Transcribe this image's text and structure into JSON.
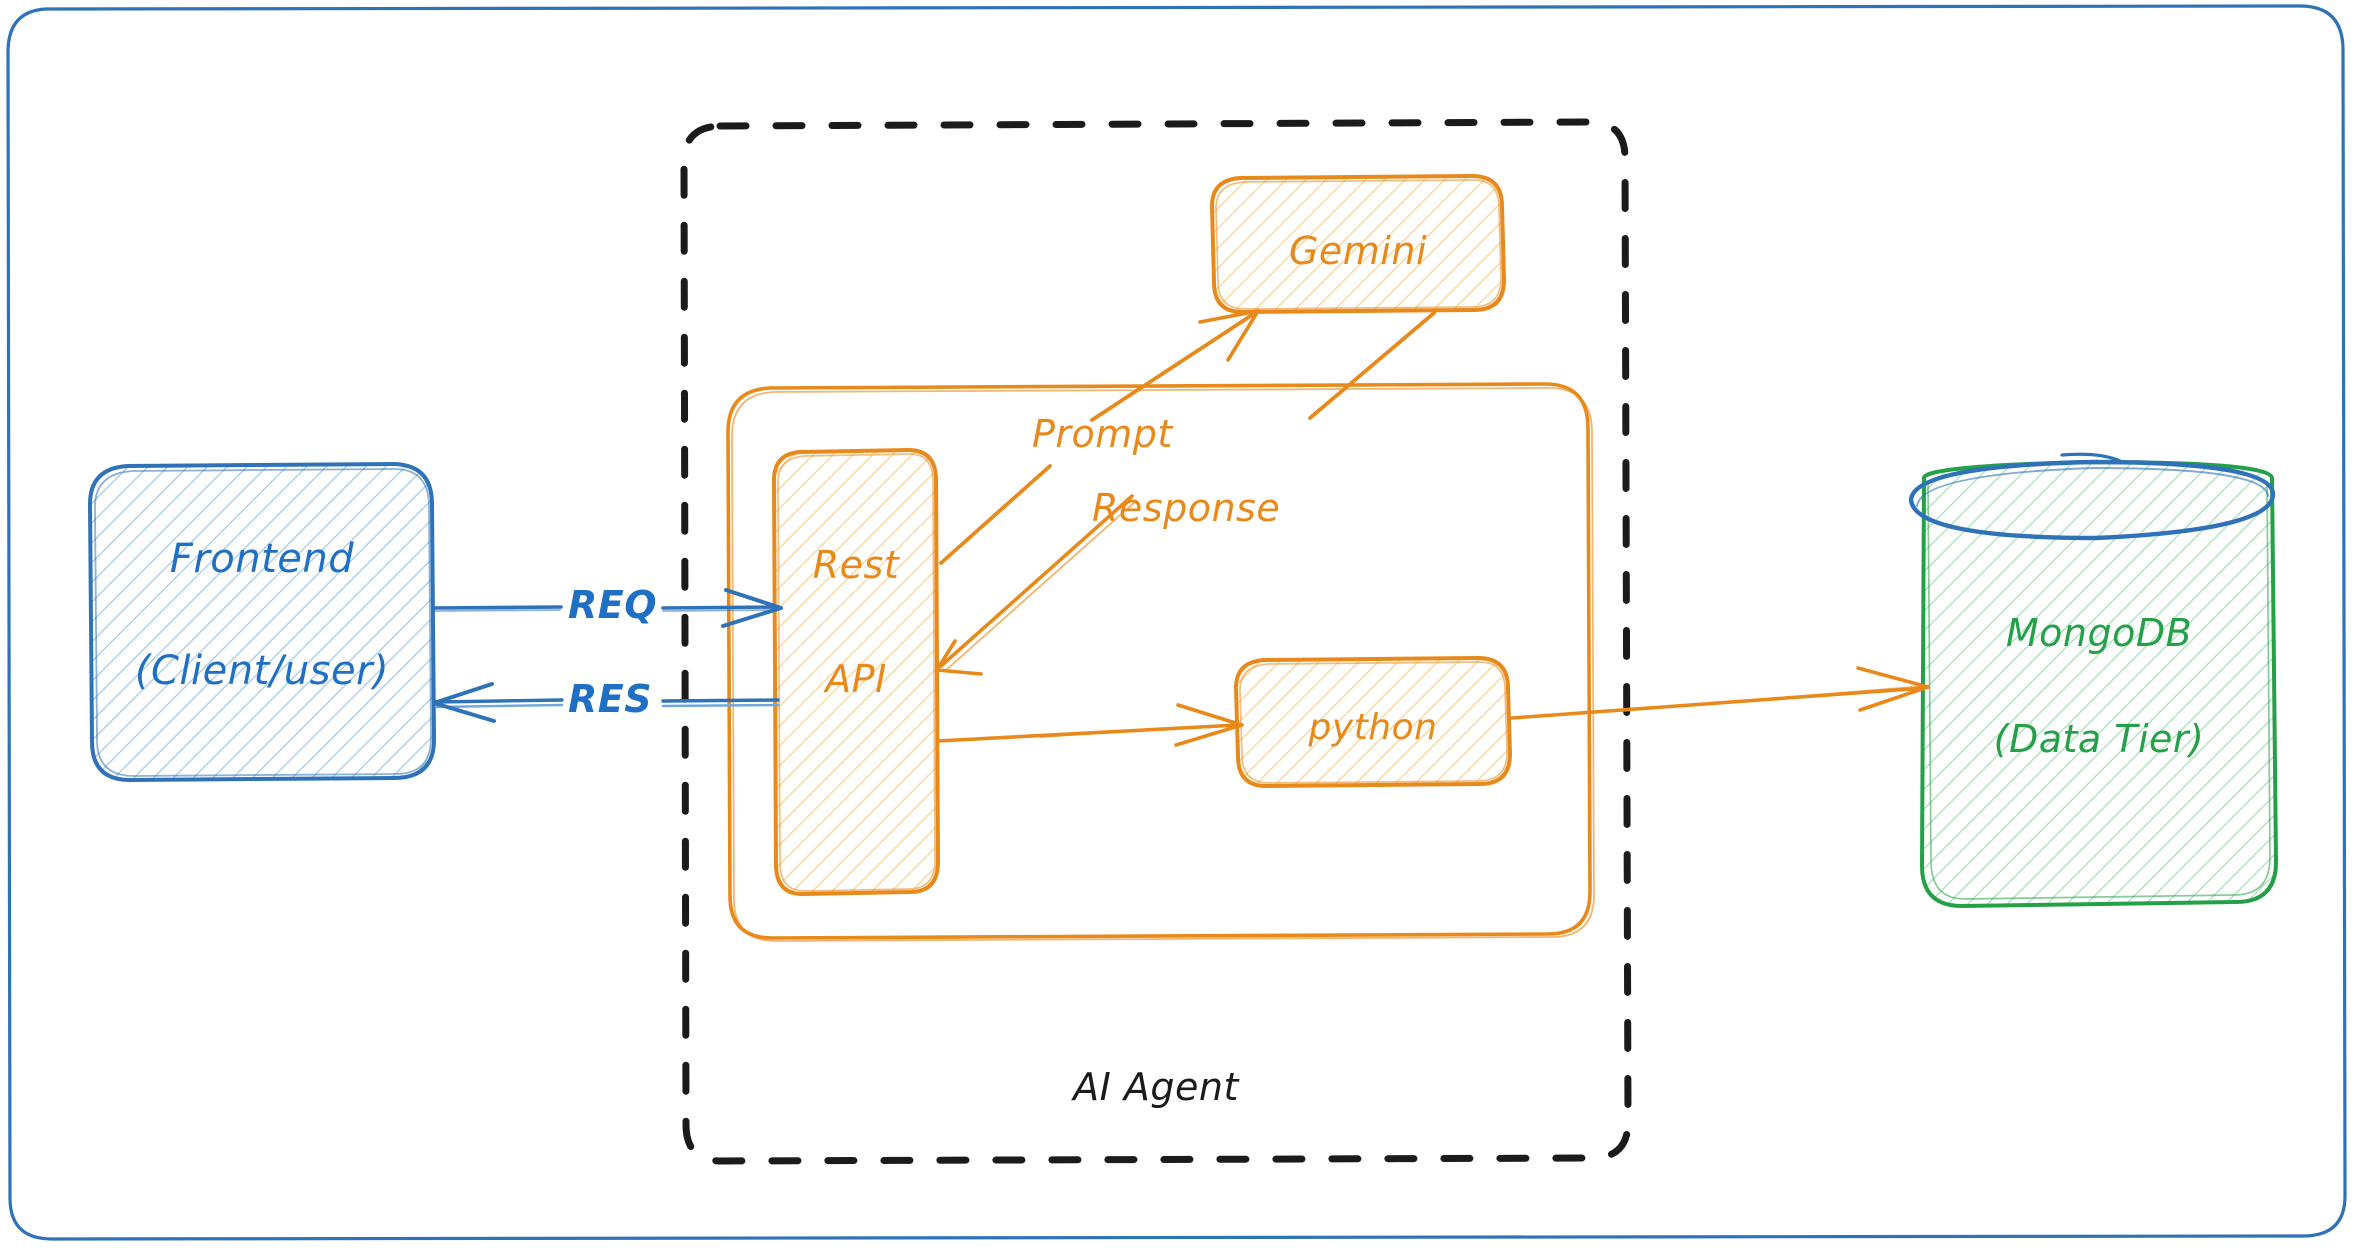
{
  "diagram": {
    "title": "AI Agent system architecture",
    "background": "#ffffff",
    "frame": {
      "name": "outer-frame",
      "stroke": "#2f72b8"
    },
    "palette": {
      "blue_stroke": "#2f72b8",
      "blue_text": "#1f6fc4",
      "blue_hatch": "#a7cbe9",
      "orange_stroke": "#e8891b",
      "orange_text": "#e8891b",
      "orange_hatch": "#f7d08a",
      "green_stroke": "#24a148",
      "green_text": "#24a148",
      "green_hatch": "#a8dcb8",
      "black_stroke": "#1b1b1b"
    },
    "nodes": [
      {
        "id": "frontend",
        "name": "frontend-node",
        "line1": "Frontend",
        "line2": "(Client/user)",
        "color": "blue",
        "shape": "rounded-rect"
      },
      {
        "id": "gemini",
        "name": "gemini-node",
        "line1": "Gemini",
        "line2": "",
        "color": "orange",
        "shape": "rounded-rect"
      },
      {
        "id": "rest-api",
        "name": "rest-api-node",
        "line1": "Rest",
        "line2": "API",
        "color": "orange",
        "shape": "rounded-rect"
      },
      {
        "id": "python",
        "name": "python-node",
        "line1": "python",
        "line2": "",
        "color": "orange",
        "shape": "rounded-rect"
      },
      {
        "id": "mongodb",
        "name": "mongodb-node",
        "line1": "MongoDB",
        "line2": "(Data Tier)",
        "color": "green",
        "shape": "cylinder"
      }
    ],
    "containers": [
      {
        "id": "ai-agent",
        "name": "ai-agent-boundary",
        "label": "AI Agent",
        "style": "dashed",
        "color": "black"
      },
      {
        "id": "backend-group",
        "name": "backend-group-boundary",
        "label": "",
        "style": "solid",
        "color": "orange"
      }
    ],
    "edges": [
      {
        "id": "req",
        "name": "edge-request",
        "label": "REQ",
        "from": "frontend",
        "to": "rest-api",
        "color": "blue",
        "direction": "right"
      },
      {
        "id": "res",
        "name": "edge-response",
        "label": "RES",
        "from": "rest-api",
        "to": "frontend",
        "color": "blue",
        "direction": "left"
      },
      {
        "id": "prompt",
        "name": "edge-prompt",
        "label": "Prompt",
        "from": "rest-api",
        "to": "gemini",
        "color": "orange",
        "direction": "up-right"
      },
      {
        "id": "response",
        "name": "edge-gemini-response",
        "label": "Response",
        "from": "gemini",
        "to": "rest-api",
        "color": "orange",
        "direction": "down-left"
      },
      {
        "id": "rest-to-python",
        "name": "edge-rest-to-python",
        "label": "",
        "from": "rest-api",
        "to": "python",
        "color": "orange",
        "direction": "right"
      },
      {
        "id": "python-to-mongo",
        "name": "edge-python-to-mongodb",
        "label": "",
        "from": "python",
        "to": "mongodb",
        "color": "orange",
        "direction": "right"
      }
    ]
  }
}
